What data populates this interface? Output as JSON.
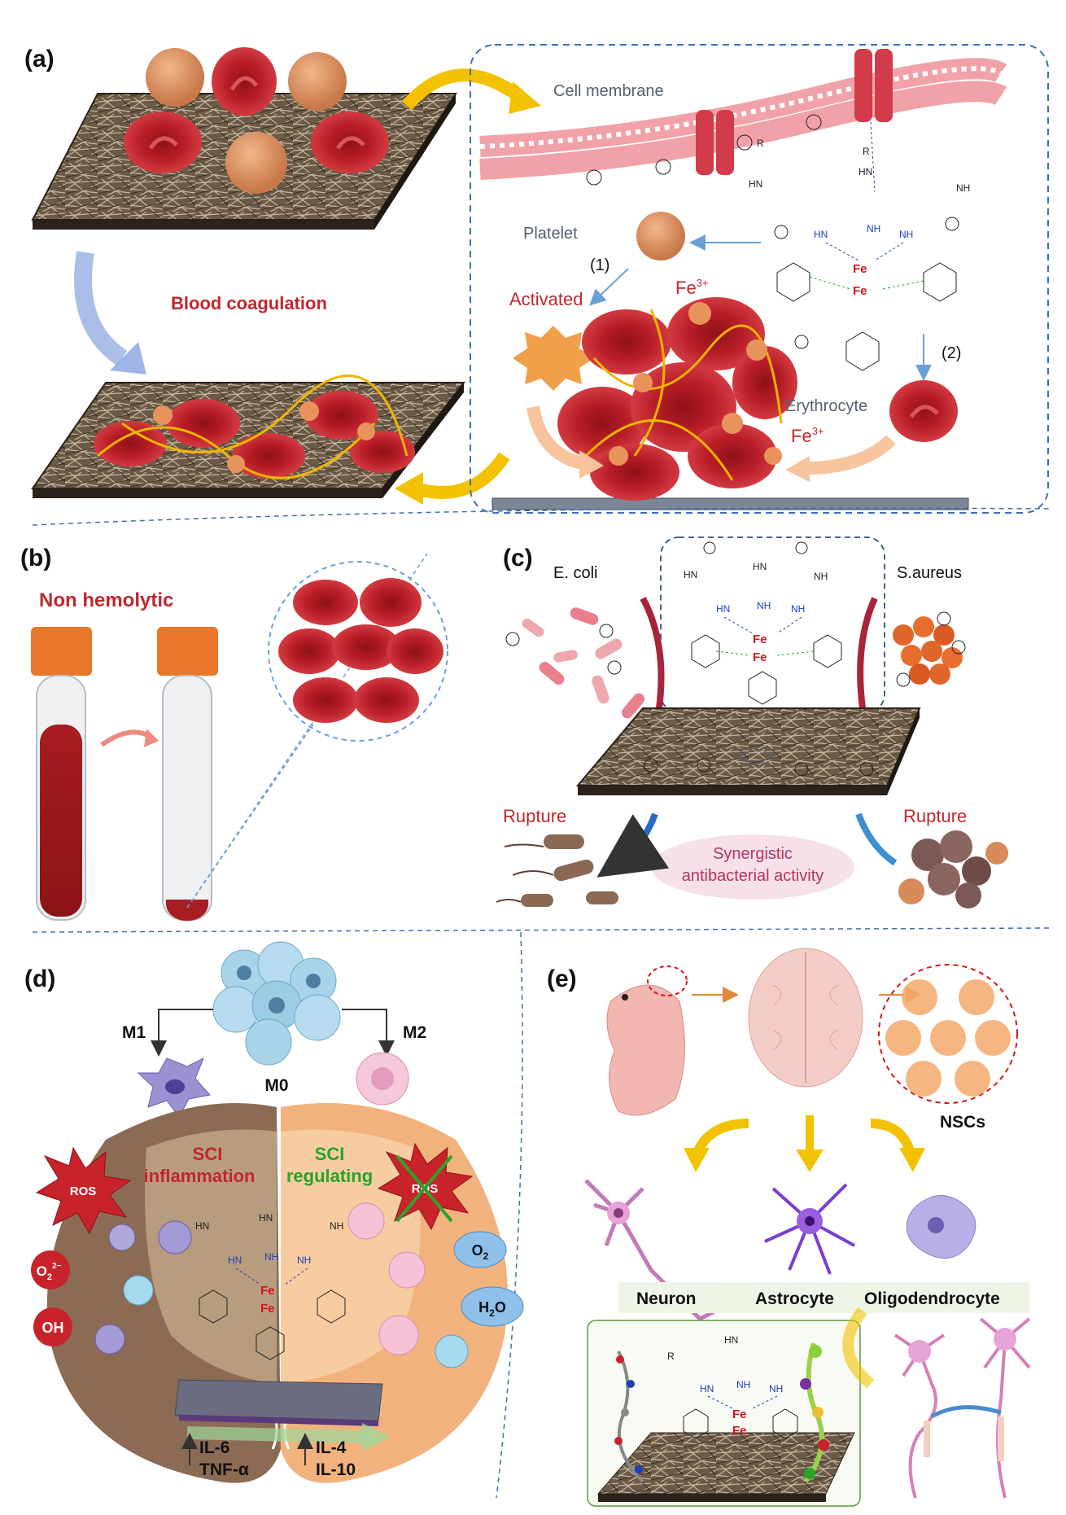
{
  "panels": {
    "a": {
      "label": "(a)",
      "cell_membrane": "Cell membrane",
      "platelet": "Platelet",
      "step1": "(1)",
      "step2": "(2)",
      "activated": "Activated",
      "fe3": "Fe",
      "fe_sup": "3+",
      "blood_coagulation": "Blood coagulation",
      "erythrocyte": "Erythrocyte"
    },
    "b": {
      "label": "(b)",
      "non_hemolytic": "Non hemolytic"
    },
    "c": {
      "label": "(c)",
      "ecoli": "E. coli",
      "saureus": "S.aureus",
      "rupture_left": "Rupture",
      "rupture_right": "Rupture",
      "synergy_line1": "Synergistic",
      "synergy_line2": "antibacterial activity"
    },
    "d": {
      "label": "(d)",
      "m1": "M1",
      "m2": "M2",
      "m0": "M0",
      "sci_left_1": "SCI",
      "sci_left_2": "inflammation",
      "sci_right_1": "SCI",
      "sci_right_2": "regulating",
      "ros": "ROS",
      "superoxide": "O",
      "superoxide_sub": "2",
      "superoxide_sup": "2−",
      "hydroxyl": "OH",
      "o2": "O",
      "o2_sub": "2",
      "h2o_h": "H",
      "h2o_sub": "2",
      "h2o_o": "O",
      "il6": "IL-6",
      "tnf": "TNF-α",
      "il4": "IL-4",
      "il10": "IL-10"
    },
    "e": {
      "label": "(e)",
      "nscs": "NSCs",
      "neuron": "Neuron",
      "astrocyte": "Astrocyte",
      "oligodendrocyte": "Oligodendrocyte"
    }
  },
  "chem": {
    "hn": "HN",
    "nh": "NH",
    "r": "R",
    "n3": "3",
    "o": "O",
    "plus": "+",
    "minus": "−"
  },
  "colors": {
    "rbc": "#c0202b",
    "rbc_dark": "#8e1119",
    "platelet": "#e0996a",
    "fe": "#d4151b",
    "dash_blue": "#3d6fb5",
    "arrow_yellow": "#f0c000",
    "arrow_blue": "#7b9ad6",
    "green": "#2aa32a"
  }
}
